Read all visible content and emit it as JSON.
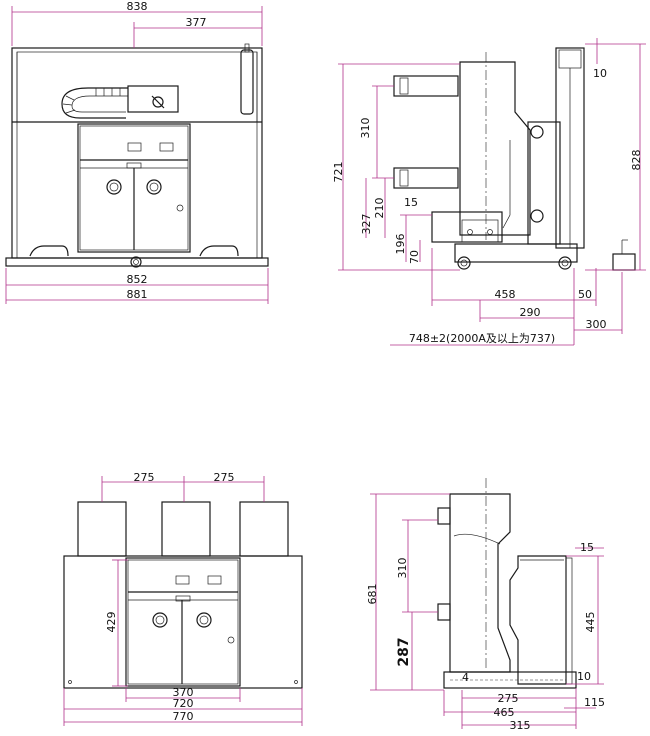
{
  "front_top": {
    "d838": "838",
    "d377": "377",
    "d852": "852",
    "d881": "881"
  },
  "side_top": {
    "d10": "10",
    "d828": "828",
    "d721": "721",
    "d310": "310",
    "d210": "210",
    "d15": "15",
    "d327": "327",
    "d196": "196",
    "d70": "70",
    "d458": "458",
    "d50": "50",
    "d290": "290",
    "d300": "300",
    "note": "748±2(2000A及以上为737)"
  },
  "front_bottom": {
    "d275a": "275",
    "d275b": "275",
    "d429": "429",
    "d370": "370",
    "d720": "720",
    "d770": "770"
  },
  "side_bottom": {
    "d15": "15",
    "d681": "681",
    "d310": "310",
    "d445": "445",
    "d287": "287",
    "d10": "10",
    "d4": "4",
    "d275": "275",
    "d115": "115",
    "d465": "465",
    "d315": "315"
  }
}
